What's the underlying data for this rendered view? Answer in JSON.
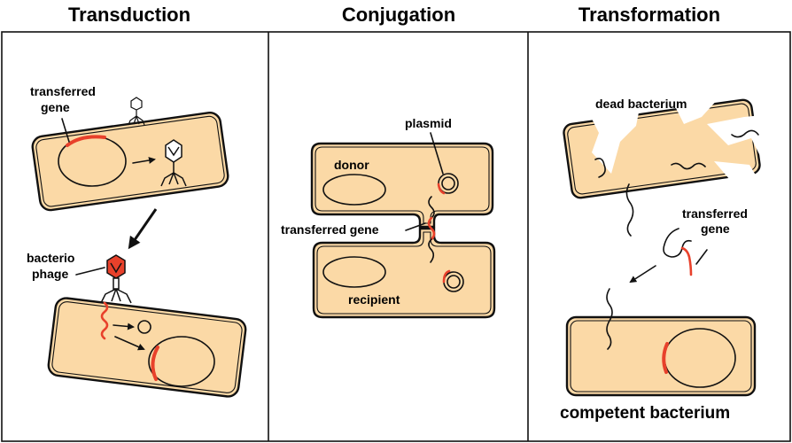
{
  "titles": {
    "transduction": "Transduction",
    "conjugation": "Conjugation",
    "transformation": "Transformation"
  },
  "transduction": {
    "transferred_gene_line1": "transferred",
    "transferred_gene_line2": "gene",
    "bacteriophage_line1": "bacterio",
    "bacteriophage_line2": "phage"
  },
  "conjugation": {
    "plasmid": "plasmid",
    "donor": "donor",
    "transferred_gene": "transferred gene",
    "recipient": "recipient"
  },
  "transformation": {
    "dead_bacterium": "dead bacterium",
    "transferred_gene_line1": "transferred",
    "transferred_gene_line2": "gene",
    "competent_bacterium": "competent bacterium"
  },
  "colors": {
    "cell_fill": "#fbd9a6",
    "gene_red": "#e8412b",
    "outline": "#111111"
  }
}
